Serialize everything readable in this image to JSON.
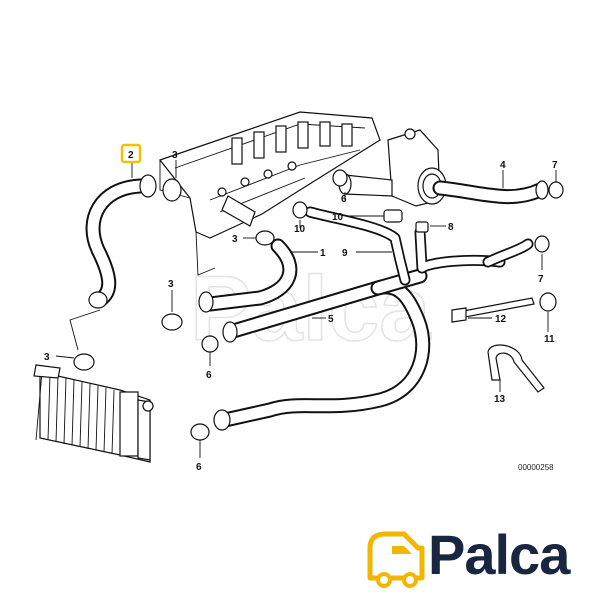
{
  "diagram": {
    "callouts": [
      "1",
      "2",
      "3",
      "3",
      "3",
      "3",
      "4",
      "5",
      "6",
      "6",
      "6",
      "7",
      "7",
      "8",
      "9",
      "10",
      "10",
      "11",
      "12",
      "13"
    ],
    "highlight_color": "#f2c200",
    "reference": "00000258"
  },
  "brand": {
    "logo_text": "Palca",
    "text_color": "#18263f",
    "icon_color": "#f2b600",
    "watermark": "Palca"
  }
}
